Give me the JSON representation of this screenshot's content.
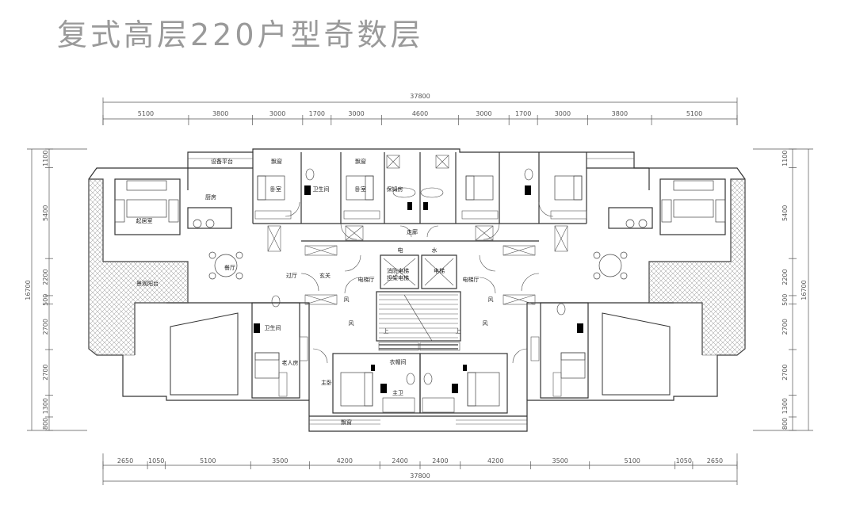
{
  "title": "复式高层220户型奇数层",
  "dimensions": {
    "top_total": "37800",
    "top_segments": [
      "5100",
      "3800",
      "3000",
      "1700",
      "3000",
      "4600",
      "3000",
      "1700",
      "3000",
      "3800",
      "5100"
    ],
    "bottom_total": "37800",
    "bottom_segments": [
      "2650",
      "1050",
      "5100",
      "3500",
      "4200",
      "2400",
      "2400",
      "4200",
      "3500",
      "5100",
      "1050",
      "2650"
    ],
    "left_total": "16700",
    "left_segments": [
      "1100",
      "5400",
      "2200",
      "500",
      "2700",
      "2700",
      "1300",
      "800"
    ],
    "right_total": "16700",
    "right_segments": [
      "1100",
      "5400",
      "2200",
      "500",
      "2700",
      "2700",
      "1300",
      "800"
    ]
  },
  "rooms": {
    "equipment_platform": "设备平台",
    "bay_window_1": "飘窗",
    "bay_window_2": "飘窗",
    "bay_window_bottom": "飘窗",
    "bedroom_1": "卧室",
    "bedroom_2": "卧室",
    "bathroom_top": "卫生间",
    "nanny_room": "保姆房",
    "kitchen": "厨房",
    "living_room": "起居室",
    "dining": "餐厅",
    "view_balcony": "景观阳台",
    "hall": "过厅",
    "foyer": "玄关",
    "elevator_hall_left": "电梯厅",
    "elevator_hall_right": "电梯厅",
    "service_corridor": "走廊",
    "electric": "电",
    "water": "水",
    "fire_elevator_line1": "消防电梯",
    "fire_elevator_line2": "担架电梯",
    "elevator": "电梯",
    "wind_1": "风",
    "wind_2": "风",
    "wind_3": "风",
    "wind_4": "风",
    "bathroom_mid": "卫生间",
    "elder_room": "老人房",
    "master_bedroom": "主卧",
    "cloakroom": "衣帽间",
    "master_bath": "主卫",
    "stair_up_1": "上",
    "stair_up_2": "上"
  }
}
